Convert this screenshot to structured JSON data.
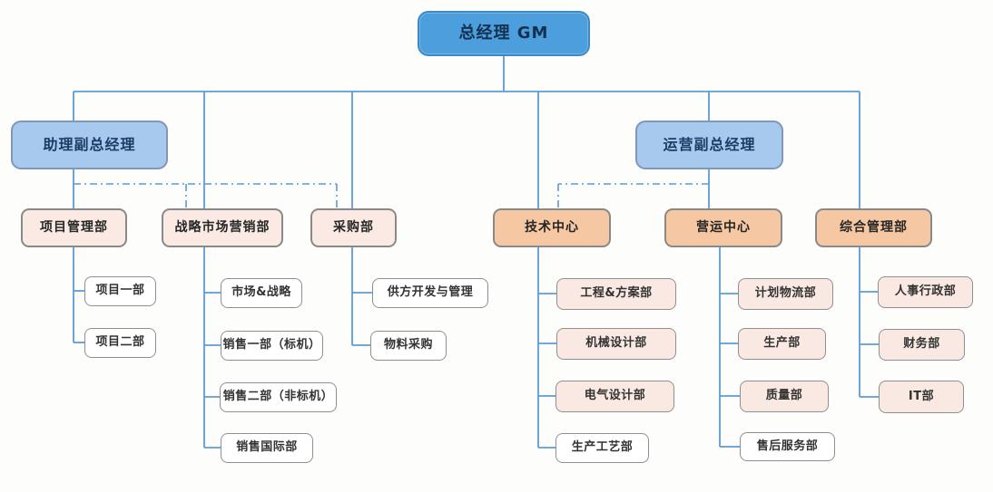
{
  "diagram_type": "org-chart",
  "colors": {
    "connector_line": "#5b9bd5",
    "level1_fill": "#4d9edd",
    "level2_fill": "#a8c9ee",
    "level3_pink_fill": "#faeae3",
    "level3_orange_fill": "#f5c7a3",
    "level4_pink_fill": "#f9e9e2",
    "level4_white_fill": "#ffffff",
    "box_border_gray": "#898989"
  },
  "nodes": {
    "gm": {
      "label": "总经理 GM"
    },
    "assistant_vgm": {
      "label": "助理副总经理"
    },
    "operations_vgm": {
      "label": "运营副总经理"
    },
    "project_mgmt": {
      "label": "项目管理部"
    },
    "strategic_marketing": {
      "label": "战略市场营销部"
    },
    "purchasing": {
      "label": "采购部"
    },
    "tech_center": {
      "label": "技术中心"
    },
    "operations_center": {
      "label": "营运中心"
    },
    "general_mgmt": {
      "label": "综合管理部"
    },
    "project_1": {
      "label": "项目一部"
    },
    "project_2": {
      "label": "项目二部"
    },
    "market_strategy": {
      "label": "市场&战略"
    },
    "sales_1": {
      "label": "销售一部（标机）"
    },
    "sales_2": {
      "label": "销售二部（非标机）"
    },
    "sales_intl": {
      "label": "销售国际部"
    },
    "supplier_dev": {
      "label": "供方开发与管理"
    },
    "material_purchase": {
      "label": "物料采购"
    },
    "eng_solutions": {
      "label": "工程&方案部"
    },
    "mech_design": {
      "label": "机械设计部"
    },
    "elec_design": {
      "label": "电气设计部"
    },
    "prod_process": {
      "label": "生产工艺部"
    },
    "planning_logistics": {
      "label": "计划物流部"
    },
    "production": {
      "label": "生产部"
    },
    "quality": {
      "label": "质量部"
    },
    "after_sales": {
      "label": "售后服务部"
    },
    "hr_admin": {
      "label": "人事行政部"
    },
    "finance": {
      "label": "财务部"
    },
    "it": {
      "label": "IT部"
    }
  },
  "hierarchy": {
    "gm": [
      "assistant_vgm",
      "operations_vgm",
      "project_mgmt",
      "strategic_marketing",
      "purchasing",
      "tech_center",
      "operations_center",
      "general_mgmt"
    ],
    "project_mgmt": [
      "project_1",
      "project_2"
    ],
    "strategic_marketing": [
      "market_strategy",
      "sales_1",
      "sales_2",
      "sales_intl"
    ],
    "purchasing": [
      "supplier_dev",
      "material_purchase"
    ],
    "tech_center": [
      "eng_solutions",
      "mech_design",
      "elec_design",
      "prod_process"
    ],
    "operations_center": [
      "planning_logistics",
      "production",
      "quality",
      "after_sales"
    ],
    "general_mgmt": [
      "hr_admin",
      "finance",
      "it"
    ]
  },
  "dashed_links": [
    {
      "from": "assistant_vgm",
      "to": "strategic_marketing"
    },
    {
      "from": "assistant_vgm",
      "to": "purchasing"
    },
    {
      "from": "operations_vgm",
      "to": "tech_center"
    }
  ]
}
